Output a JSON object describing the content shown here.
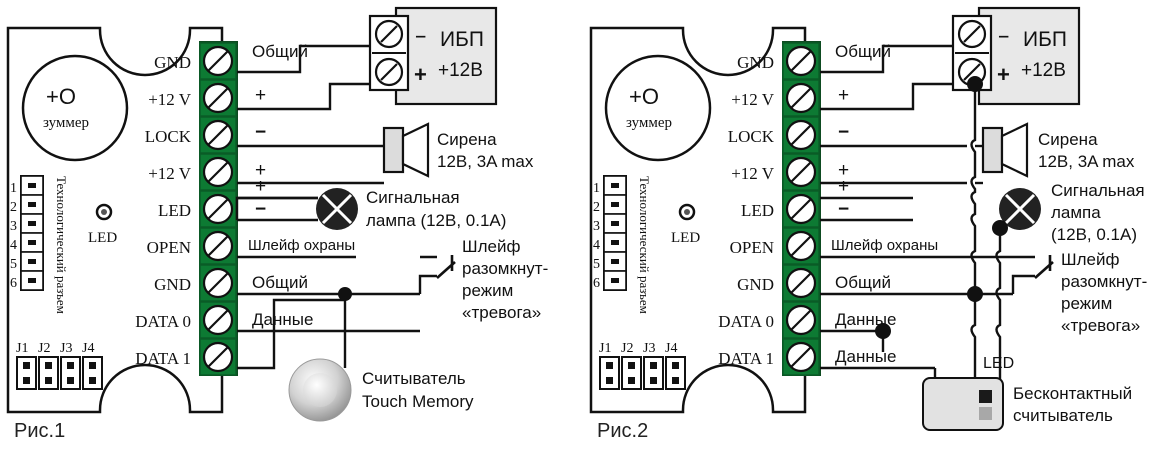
{
  "figures": [
    {
      "caption": "Рис.1",
      "board": {
        "buzzer": {
          "label": "зуммер",
          "symbol": "+O"
        },
        "tech_connector": {
          "label": "Технологический разъем",
          "pins": [
            "1",
            "2",
            "3",
            "4",
            "5",
            "6"
          ]
        },
        "led_indicator": {
          "label": "LED"
        },
        "jumpers": [
          "J1",
          "J2",
          "J3",
          "J4"
        ],
        "terminals": [
          "GND",
          "+12 V",
          "LOCK",
          "+12 V",
          "LED",
          "OPEN",
          "GND",
          "DATA 0",
          "DATA 1"
        ]
      },
      "wire_labels": [
        "Общий",
        "+",
        "−",
        "+",
        "+",
        "−",
        "Шлейф охраны",
        "Общий",
        "Данные"
      ],
      "devices": [
        {
          "name": "psu",
          "title": "ИБП",
          "subtitle": "+12В",
          "term_minus": "‒",
          "term_plus": "+"
        },
        {
          "name": "siren",
          "line1": "Сирена",
          "line2": "12В, 3A max"
        },
        {
          "name": "signal-lamp",
          "line1": "Сигнальная",
          "line2": "лампа (12В, 0.1А)"
        },
        {
          "name": "alarm-loop",
          "line1": "Шлейф",
          "line2": "разомкнут-",
          "line3": "режим",
          "line4": "«тревога»"
        },
        {
          "name": "tm-reader",
          "line1": "Считыватель",
          "line2": "Touch Memory"
        }
      ]
    },
    {
      "caption": "Рис.2",
      "board": {
        "buzzer": {
          "label": "зуммер",
          "symbol": "+O"
        },
        "tech_connector": {
          "label": "Технологический разъем",
          "pins": [
            "1",
            "2",
            "3",
            "4",
            "5",
            "6"
          ]
        },
        "led_indicator": {
          "label": "LED"
        },
        "jumpers": [
          "J1",
          "J2",
          "J3",
          "J4"
        ],
        "terminals": [
          "GND",
          "+12 V",
          "LOCK",
          "+12 V",
          "LED",
          "OPEN",
          "GND",
          "DATA 0",
          "DATA 1"
        ]
      },
      "wire_labels": [
        "Общий",
        "+",
        "−",
        "+",
        "+",
        "−",
        "Шлейф охраны",
        "Общий",
        "Данные",
        "Данные"
      ],
      "devices": [
        {
          "name": "psu",
          "title": "ИБП",
          "subtitle": "+12В",
          "term_minus": "‒",
          "term_plus": "+"
        },
        {
          "name": "siren",
          "line1": "Сирена",
          "line2": "12В, 3A max"
        },
        {
          "name": "signal-lamp",
          "line1": "Сигнальная",
          "line2": "лампа",
          "line3": "(12В, 0.1А)"
        },
        {
          "name": "alarm-loop",
          "line1": "Шлейф",
          "line2": "разомкнут-",
          "line3": "режим",
          "line4": "«тревога»"
        },
        {
          "name": "proximity-reader",
          "led_label": "LED",
          "line1": "Бесконтактный",
          "line2": "считыватель"
        }
      ]
    }
  ]
}
